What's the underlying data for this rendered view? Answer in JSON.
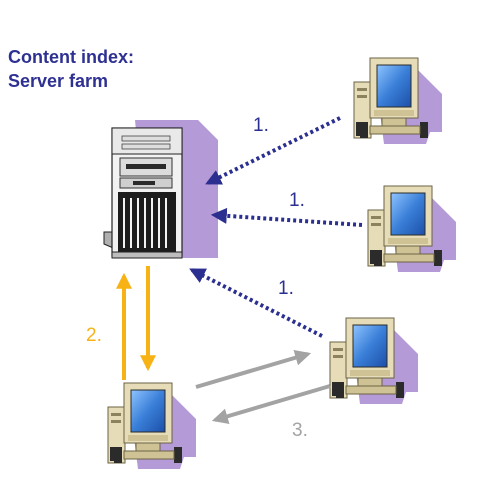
{
  "title": {
    "line1": "Content index:",
    "line2": "Server farm"
  },
  "steps": {
    "publish_1a": "1.",
    "publish_1b": "1.",
    "publish_1c": "1.",
    "lookup": "2.",
    "transfer": "3."
  },
  "colors": {
    "title": "#2e3192",
    "publish_arrow": "#2b2f8f",
    "lookup_arrow": "#f7b316",
    "transfer_arrow": "#a3a3a3",
    "monitor_screen": "#3a7fd8",
    "computer_beige": "#e6ddb8",
    "computer_shadow": "#b59ad8"
  },
  "icons": {
    "server": "server-tower-icon",
    "peer": "desktop-computer-icon"
  }
}
